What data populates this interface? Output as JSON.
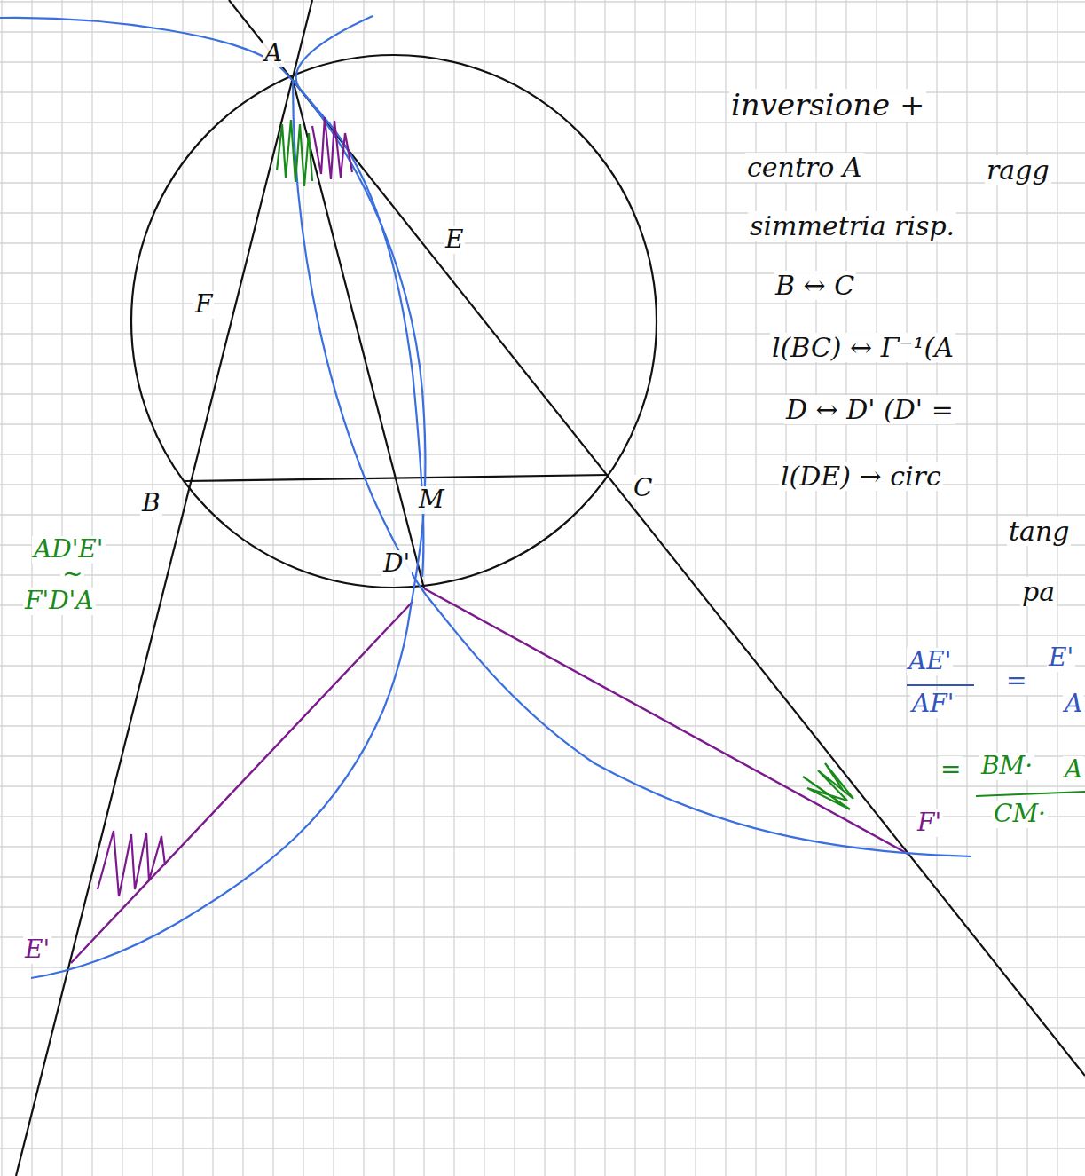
{
  "diagram": {
    "labels": [
      "A",
      "F",
      "E",
      "B",
      "M",
      "C",
      "D'",
      "E'",
      "F'",
      "AD'E'",
      "~",
      "F'D'A",
      "inversione +",
      "centro A",
      "ragg",
      "simmetria risp.",
      "B ↔ C",
      "l(BC) ↔ Γ⁻¹(A",
      "D ↔ D' (D' =",
      "l(DE) → circ",
      "tang",
      "pa",
      "AE'",
      "=",
      "E'",
      "AF'",
      "A",
      "=",
      "BM·",
      "A",
      "CM·"
    ]
  }
}
